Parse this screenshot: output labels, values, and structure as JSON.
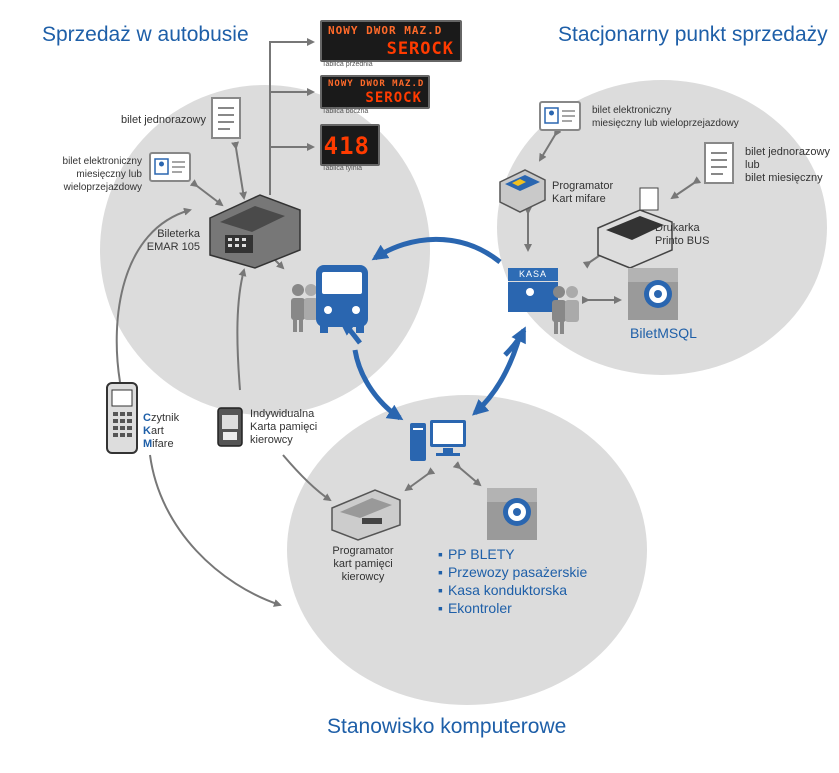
{
  "titles": {
    "bus_sale": "Sprzedaż w autobusie",
    "stationary_sale": "Stacjonarny punkt sprzedaży",
    "workstation": "Stanowisko komputerowe"
  },
  "bus": {
    "single_ticket": "bilet jednorazowy",
    "electronic_ticket_line1": "bilet elektroniczny",
    "electronic_ticket_line2": "miesięczny lub wieloprzejazdowy",
    "ticket_machine_line1": "Bileterka",
    "ticket_machine_line2": "EMAR 105",
    "front_board_text1": "NOWY DWOR MAZ.D",
    "front_board_text2": "SEROCK",
    "front_board_label": "Tablica przednia",
    "side_board_text1": "NOWY DWOR MAZ.D",
    "side_board_text2": "SEROCK",
    "side_board_label": "Tablica boczna",
    "rear_board_text": "418",
    "rear_board_label": "Tablica tylnia"
  },
  "stationary": {
    "electronic_ticket_line1": "bilet elektroniczny",
    "electronic_ticket_line2": "miesięczny lub wieloprzejazdowy",
    "ticket_options_line1": "bilet jednorazowy",
    "ticket_options_line2": "lub",
    "ticket_options_line3": "bilet miesięczny",
    "programmer_line1": "Programator",
    "programmer_line2": "Kart mifare",
    "printer_line1": "Drukarka",
    "printer_line2": "Printo BUS",
    "kasa": "KASA",
    "db": "BiletMSQL"
  },
  "workstation": {
    "reader_c": "C",
    "reader_c_rest": "zytnik",
    "reader_k": "K",
    "reader_k_rest": "art",
    "reader_m": "M",
    "reader_m_rest": "ifare",
    "driver_card_line1": "Indywidualna",
    "driver_card_line2": "Karta pamięci",
    "driver_card_line3": "kierowcy",
    "programmer_line1": "Programator",
    "programmer_line2": "kart pamięci",
    "programmer_line3": "kierowcy",
    "modules": [
      "PP BLETY",
      "Przewozy pasażerskie",
      "Kasa konduktorska",
      "Ekontroler"
    ]
  },
  "colors": {
    "accent": "#1e5fa8",
    "circle": "#dcdcdc",
    "arrow_gray": "#777777",
    "led": "#ff3b00"
  }
}
